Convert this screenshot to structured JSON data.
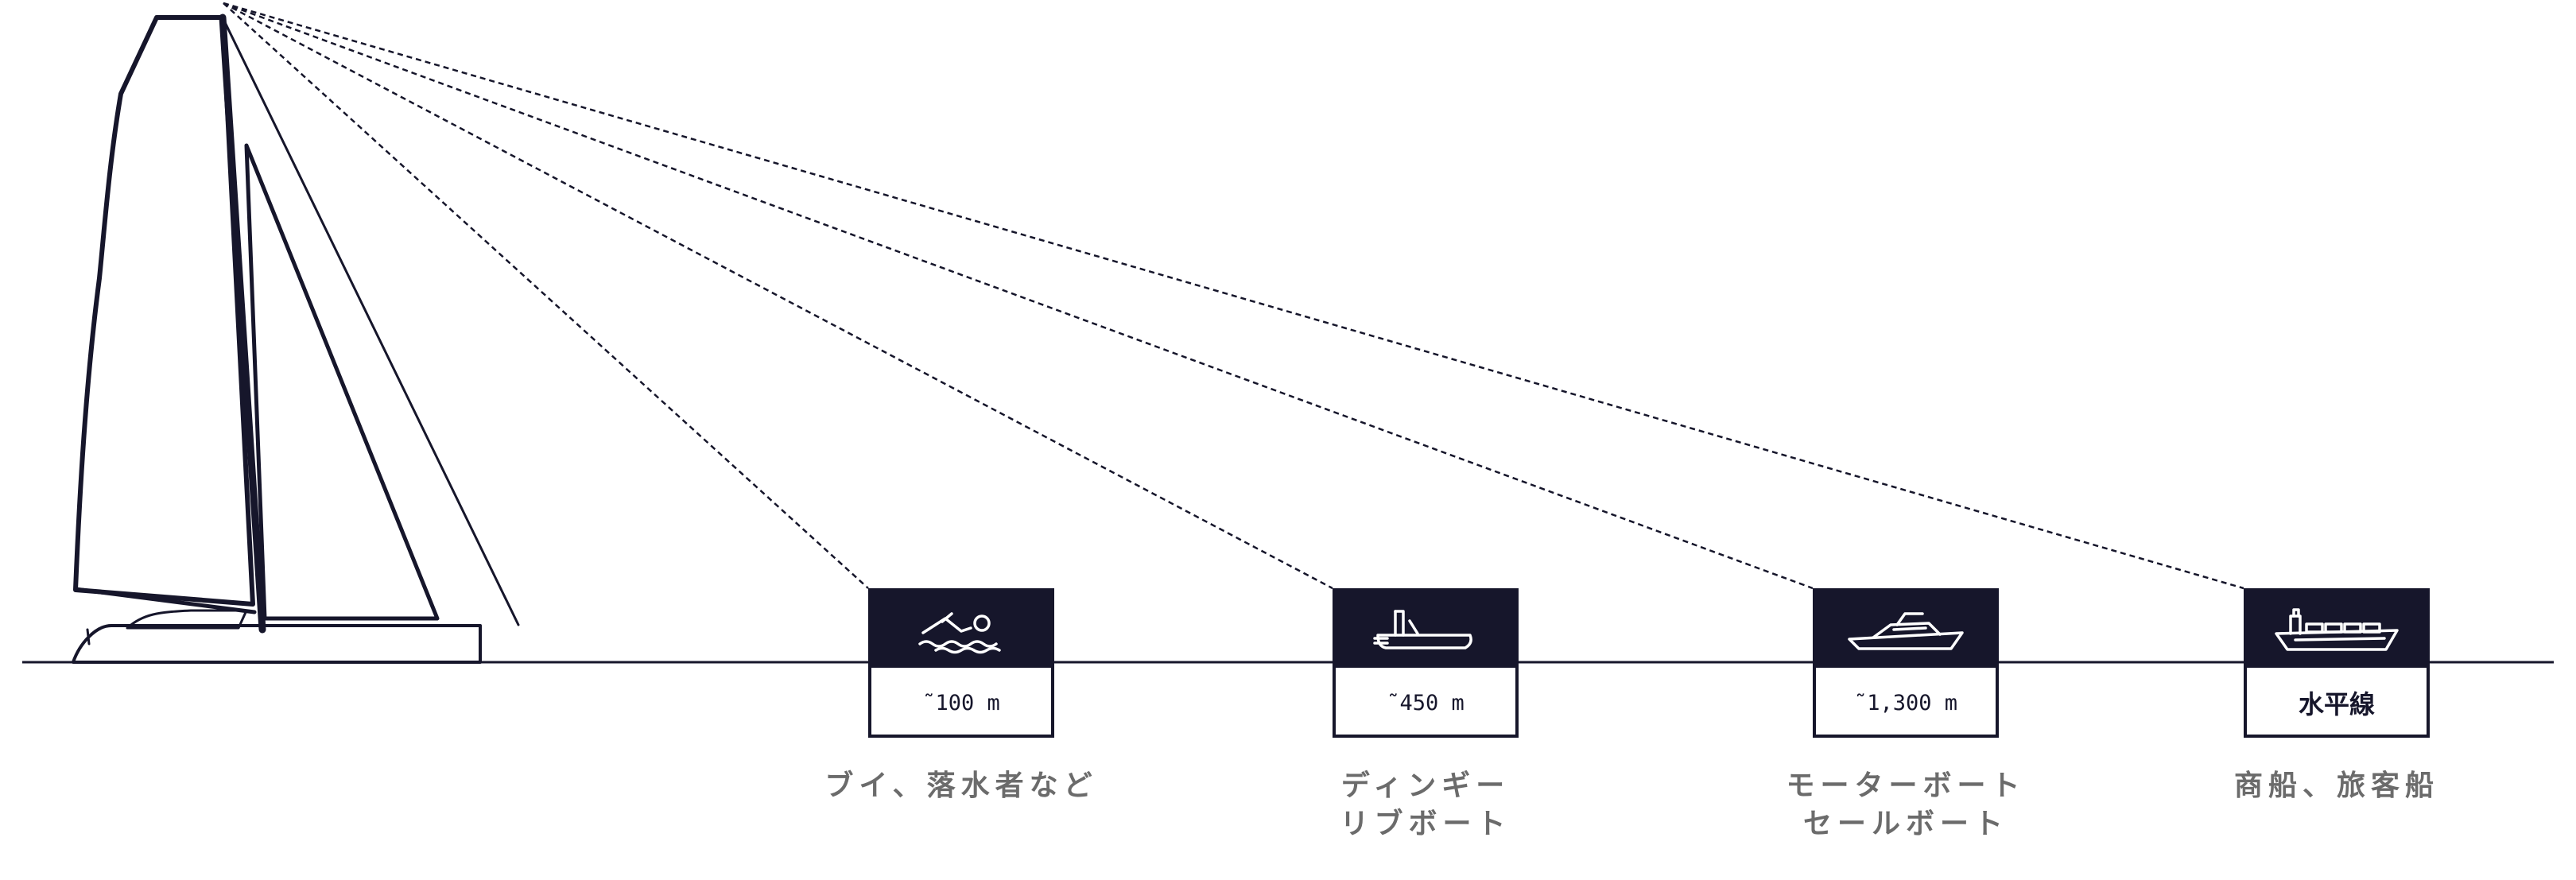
{
  "colors": {
    "ink": "#16162b",
    "label": "#6b6b6b",
    "background": "#ffffff"
  },
  "items": [
    {
      "icon": "swimmer-icon",
      "range": "˜100 m",
      "caption": [
        "ブイ、落水者など"
      ]
    },
    {
      "icon": "dinghy-icon",
      "range": "˜450 m",
      "caption": [
        "ディンギー",
        "リブボート"
      ]
    },
    {
      "icon": "motorboat-icon",
      "range": "˜1,300 m",
      "caption": [
        "モーターボート",
        "セールボート"
      ]
    },
    {
      "icon": "cargo-ship-icon",
      "range": "水平線",
      "caption": [
        "商船、旅客船"
      ]
    }
  ]
}
